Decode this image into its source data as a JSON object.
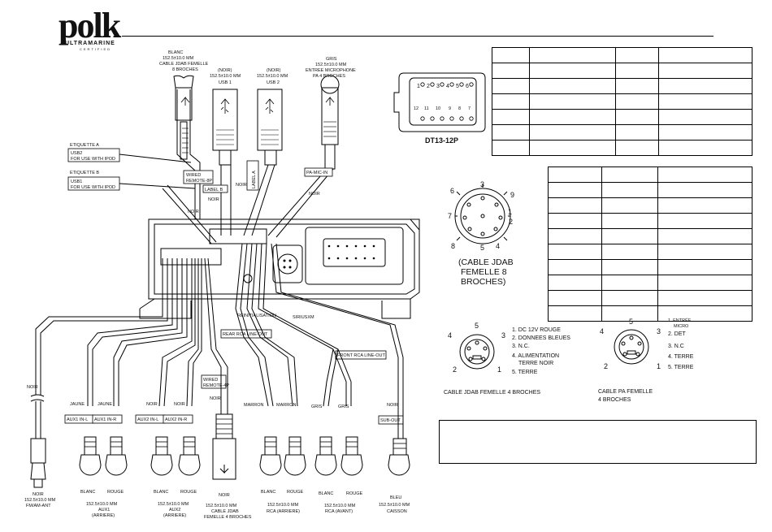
{
  "brand": {
    "name": "polk",
    "line": "ULTRAMARINE",
    "cert": "CERTIFIED"
  },
  "top_connectors": {
    "white": {
      "color": "BLANC",
      "dim": "152.5±10.0 MM",
      "name": "CABLE JDAB FEMELLE",
      "detail": "8 BROCHES"
    },
    "usb1": {
      "color": "(NOIR)",
      "dim": "152.5±10.0 MM",
      "name": "USB 1"
    },
    "usb2": {
      "color": "(NOIR)",
      "dim": "152.5±10.0 MM",
      "name": "USB 2"
    },
    "mic": {
      "color": "GRIS",
      "dim": "152.5±10.0 MM",
      "name": "ENTREE MICROPHONE",
      "detail": "PA 4 BROCHES"
    }
  },
  "labels": {
    "etiq_a": "ETIQUETTE A",
    "usb2_tag": "USB2",
    "usb2_for": "FOR USE WITH IPOD",
    "etiq_b": "ETIQUETTE B",
    "usb1_tag": "USB1",
    "usb1_for": "FOR USE WITH IPOD",
    "wired_bp_1": "WIRED",
    "wired_bp_2": "REMOTE-8P",
    "label_b": "LABEL B",
    "label_a": "LABEL A",
    "pa_mic": "PA-MIC-IN",
    "noir": "NOIR",
    "reinit": "REINITIALISATION",
    "siriusxm": "SIRIUSXM",
    "rear_rca": "REAR RCA LINE-OUT",
    "front_rca": "FRONT RCA LINE-OUT",
    "wired_4p_1": "WIRED",
    "wired_4p_2": "REMOTE-4P",
    "aux1_l": "AUX1 IN-L",
    "aux1_r": "AUX1 IN-R",
    "aux2_l": "AUX2 IN-L",
    "aux2_r": "AUX2 IN-R",
    "sub_out": "SUB-OUT",
    "jaune": "JAUNE",
    "marron": "MARRON",
    "gris": "GRIS"
  },
  "bottom": {
    "antenna": {
      "color": "NOIR",
      "dim": "152.5±10.0 MM",
      "name": "FM/AM-ANT"
    },
    "aux1": {
      "left": "BLANC",
      "right": "ROUGE",
      "dim": "152.5±10.0 MM",
      "name": "AUX1",
      "detail": "(ARRIERE)"
    },
    "aux2": {
      "left": "BLANC",
      "right": "ROUGE",
      "dim": "152.5±10.0 MM",
      "name": "AUX2",
      "detail": "(ARRIERE)"
    },
    "remote4": {
      "color": "NOIR",
      "dim": "152.5±10.0 MM",
      "name": "CABLE JDAB",
      "detail": "FEMELLE 4 BROCHES"
    },
    "rca_rear": {
      "left": "BLANC",
      "right": "ROUGE",
      "dim": "152.5±10.0 MM",
      "name": "RCA (ARRIERE)"
    },
    "rca_front": {
      "left": "BLANC",
      "right": "ROUGE",
      "dim": "152.5±10.0 MM",
      "name": "RCA (AVANT)"
    },
    "sub": {
      "color": "BLEU",
      "dim": "152.5±10.0 MM",
      "name": "CAISSON"
    }
  },
  "dt13": {
    "label": "DT13-12P",
    "top_pins": [
      "1",
      "2",
      "3",
      "4",
      "5",
      "6"
    ],
    "bottom_pins": [
      "12",
      "11",
      "10",
      "9",
      "8",
      "7"
    ]
  },
  "din8": {
    "pins": [
      "3",
      "9",
      "6",
      "1",
      "7",
      "2",
      "8",
      "5",
      "4"
    ],
    "caption_1": "(CABLE JDAB",
    "caption_2": "FEMELLE 8",
    "caption_3": "BROCHES)"
  },
  "jdab4": {
    "pins": [
      "5",
      "4",
      "3",
      "2",
      "1"
    ],
    "legend": [
      "1. DC 12V ROUGE",
      "2. DONNEES BLEUES",
      "3. N.C.",
      "4. ALIMENTATION",
      "TERRE NOIR",
      "5. TERRE"
    ],
    "caption": "CABLE JDAB FEMELLE 4 BROCHES"
  },
  "pa4": {
    "pins": [
      "5",
      "4",
      "3",
      "2",
      "1"
    ],
    "legend": [
      "1. ENTRÉE",
      "MICRO",
      "2. DET",
      "3. N.C",
      "4. TERRE",
      "5. TERRE"
    ],
    "caption_1": "CABLE PA FEMELLE",
    "caption_2": "4 BROCHES"
  }
}
